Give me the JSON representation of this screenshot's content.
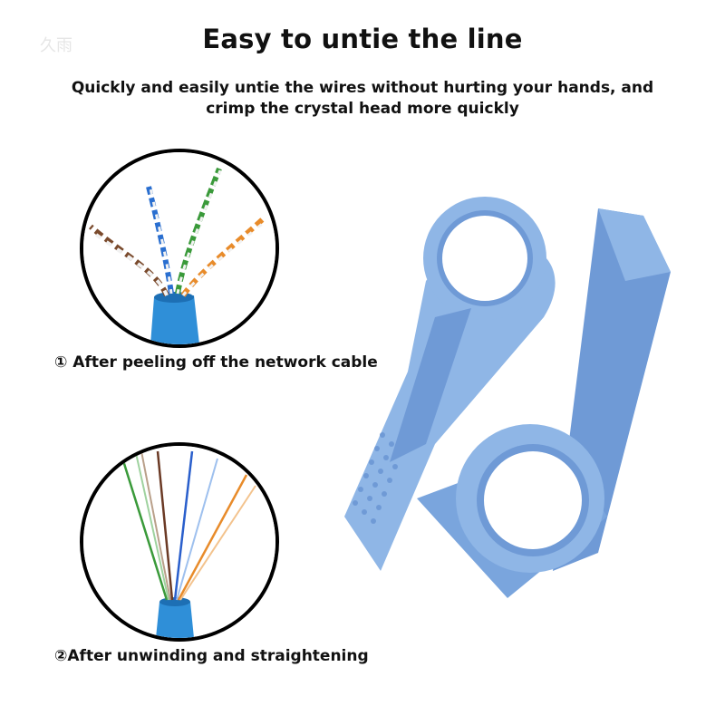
{
  "watermark": "久雨",
  "title": "Easy to untie the line",
  "subtitle_line1": "Quickly and easily untie the wires without hurting your hands, and",
  "subtitle_line2": "crimp the crystal head more quickly",
  "step1": {
    "caption": "① After peeling off the network cable",
    "image": "twisted-pair-cable-photo"
  },
  "step2": {
    "caption": "②After unwinding and straightening",
    "image": "straightened-wires-photo"
  },
  "product": {
    "image": "blue-wire-untwister-tool",
    "color": "#8fb6e6"
  }
}
